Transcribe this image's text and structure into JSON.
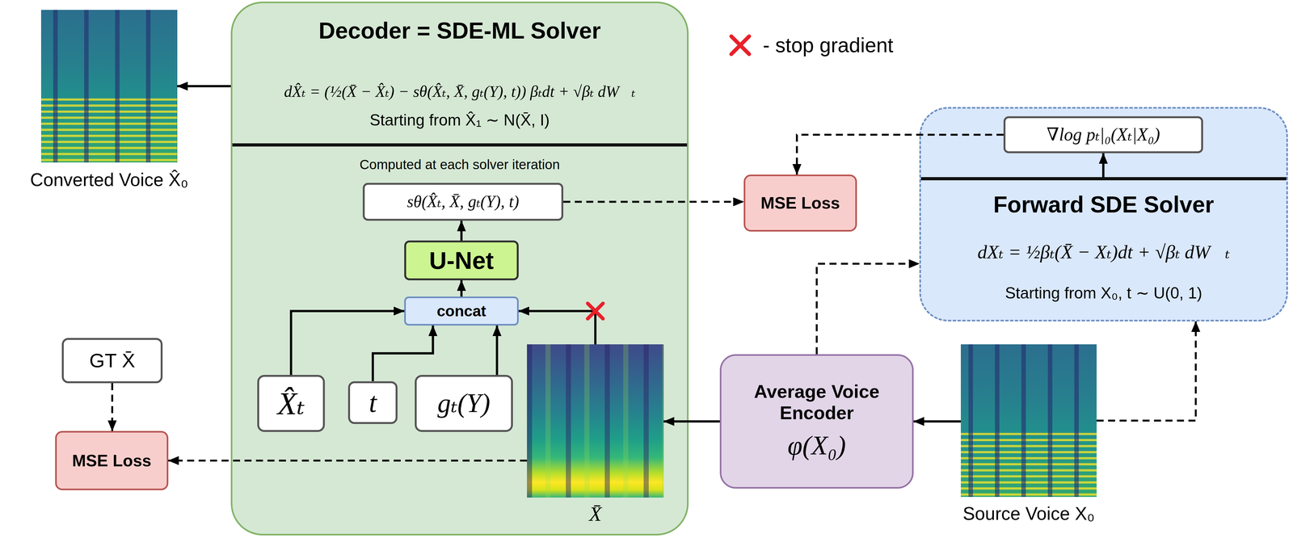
{
  "diagram": {
    "nodes": [
      {
        "text": [
          "Converted Voice X̂₀"
        ]
      },
      {
        "text": [
          "Decoder = SDE-ML Solver",
          "dX̂ₜ = (½(X̄ − X̂ₜ) − sθ(X̂ₜ, X̄, gₜ(Y), t)) βₜdt + √βₜ dW⃖ₜ",
          "Starting from X̂₁ ∼ N(X̄, I)",
          "Computed at each solver iteration"
        ]
      },
      {
        "text": [
          "sθ(X̂ₜ, X̄, gₜ(Y), t)"
        ],
        "in": 1
      },
      {
        "text": [
          "U-Net"
        ],
        "in": 1
      },
      {
        "text": [
          "concat"
        ],
        "in": 1
      },
      {
        "text": [
          "X̂ₜ"
        ],
        "in": 1
      },
      {
        "text": [
          "t"
        ],
        "in": 1
      },
      {
        "text": [
          "gₜ(Y)"
        ],
        "in": 1
      },
      {
        "text": [
          "X̄"
        ],
        "in": 1
      },
      {
        "text": [
          "GT X̄"
        ]
      },
      {
        "text": [
          "MSE Loss"
        ]
      },
      {
        "text": [
          "MSE Loss"
        ]
      },
      {
        "text": [
          "Forward SDE Solver",
          "dXₜ = ½βₜ(X̄ − Xₜ)dt + √βₜ dW⃗ₜ",
          "Starting from X₀, t ∼ U(0, 1)"
        ]
      },
      {
        "text": [
          "∇log pₜ|₀(Xₜ|X₀)"
        ],
        "in": 12
      },
      {
        "text": [
          "Average Voice Encoder",
          "φ(X₀)"
        ]
      },
      {
        "text": [
          "Source Voice X₀"
        ]
      }
    ],
    "edges": [
      {
        "from": 1,
        "to": 0,
        "arrow": "to"
      },
      {
        "from": 3,
        "to": 2,
        "arrow": "to"
      },
      {
        "from": 4,
        "to": 3,
        "arrow": "to"
      },
      {
        "from": 5,
        "to": 4,
        "arrow": "to"
      },
      {
        "from": 6,
        "to": 4,
        "arrow": "to"
      },
      {
        "from": 7,
        "to": 4,
        "arrow": "to"
      },
      {
        "from": 8,
        "to": 4,
        "arrow": "to"
      },
      {
        "from": 2,
        "to": 11,
        "arrow": "to"
      },
      {
        "from": 13,
        "to": 11,
        "arrow": "to"
      },
      {
        "from": 9,
        "to": 10,
        "arrow": "to"
      },
      {
        "from": 8,
        "to": 10,
        "arrow": "to"
      },
      {
        "from": 14,
        "to": 8,
        "arrow": "to"
      },
      {
        "from": 15,
        "to": 14,
        "arrow": "to"
      },
      {
        "from": 14,
        "to": 12,
        "arrow": "to"
      },
      {
        "from": 15,
        "to": 12,
        "arrow": "to"
      },
      {
        "from": 12,
        "to": 13,
        "arrow": "to"
      }
    ],
    "legend": [
      {
        "text": "- stop gradient"
      }
    ]
  }
}
